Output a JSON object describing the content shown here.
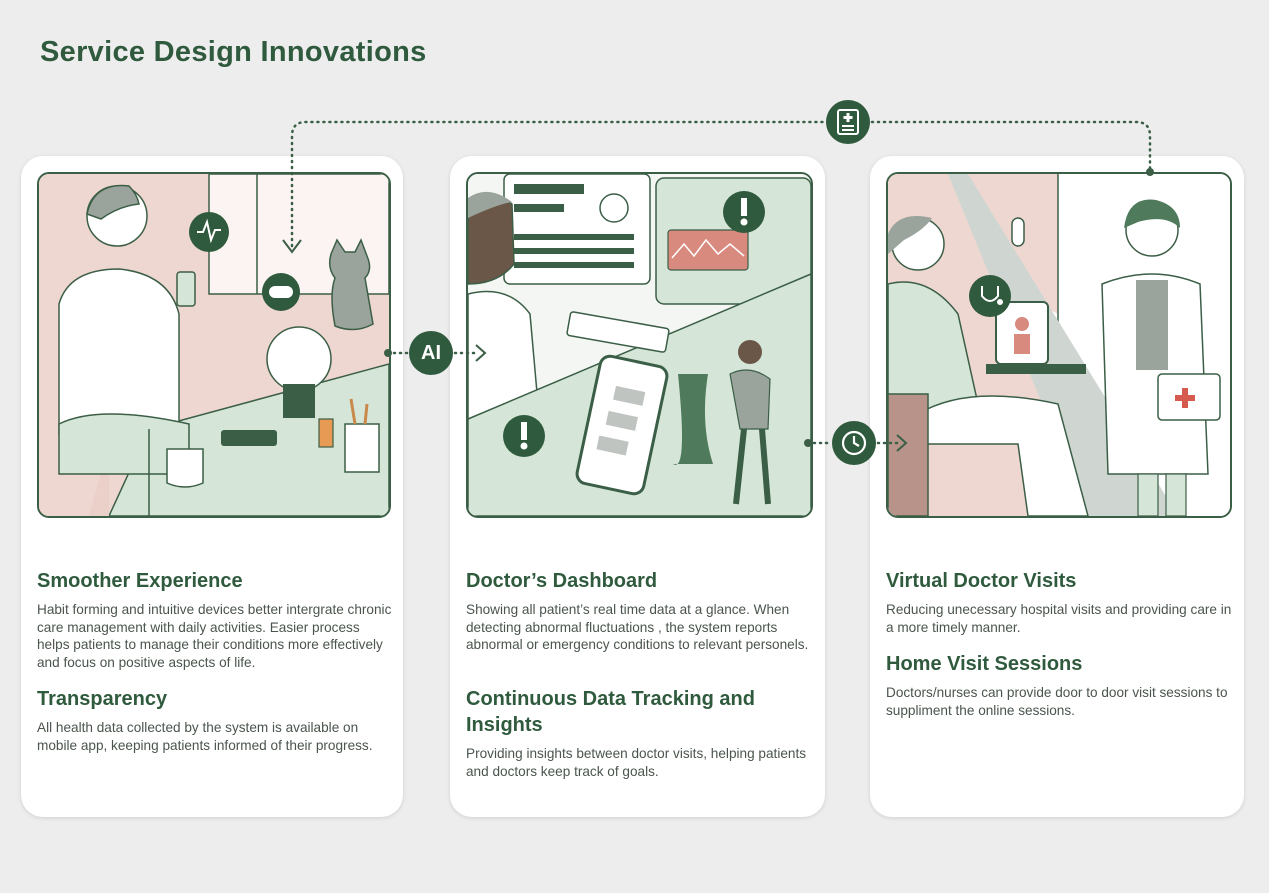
{
  "page": {
    "title": "Service Design Innovations"
  },
  "colors": {
    "accent": "#2f5a3d",
    "pink": "#efd7d1",
    "mint": "#d5e6d8",
    "background": "#ededee"
  },
  "connectors": [
    {
      "name": "ai-connector",
      "label": "AI"
    },
    {
      "name": "clock-connector",
      "icon": "clock-icon"
    },
    {
      "name": "health-record-connector",
      "icon": "medical-record-icon"
    }
  ],
  "cards": [
    {
      "sections": [
        {
          "heading": "Smoother Experience",
          "text": "Habit forming and intuitive devices better intergrate chronic care management with daily activities. Easier process helps patients to manage their conditions more effectively and focus on positive aspects of life."
        },
        {
          "heading": "Transparency",
          "text": "All health data collected by the system is available on mobile app, keeping patients informed of their progress."
        }
      ]
    },
    {
      "sections": [
        {
          "heading": "Doctor’s Dashboard",
          "text": "Showing all patient’s real time data at a glance. When detecting abnormal fluctuations , the system reports abnormal or emergency conditions to relevant personels."
        },
        {
          "heading": "Continuous Data Tracking and Insights",
          "text": "Providing insights between doctor visits, helping patients and doctors keep track of goals."
        }
      ]
    },
    {
      "sections": [
        {
          "heading": "Virtual Doctor Visits",
          "text": "Reducing unecessary hospital visits and providing care in a more timely manner."
        },
        {
          "heading": "Home Visit Sessions",
          "text": "Doctors/nurses can provide door to door visit sessions to suppliment the online sessions."
        }
      ]
    }
  ]
}
